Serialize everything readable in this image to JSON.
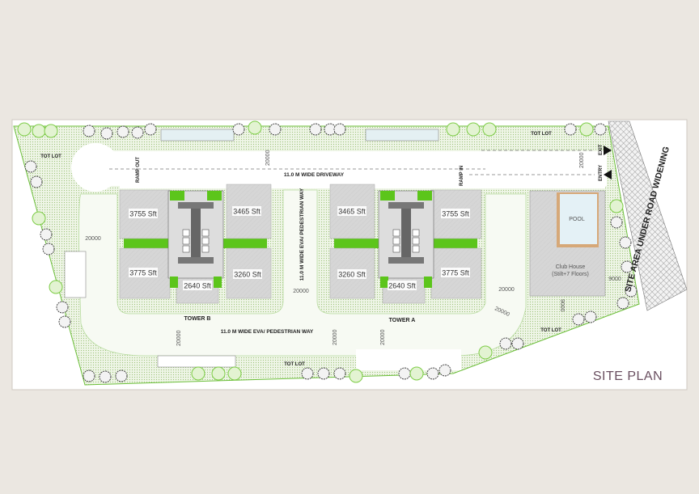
{
  "title": "SITE PLAN",
  "towers": [
    {
      "name": "TOWER B",
      "units": [
        "3755 Sft",
        "3465 Sft",
        "3775 Sft",
        "2640 Sft",
        "3260 Sft"
      ]
    },
    {
      "name": "TOWER A",
      "units": [
        "3465 Sft",
        "3755 Sft",
        "3260 Sft",
        "2640 Sft",
        "3775 Sft"
      ]
    }
  ],
  "labels": {
    "driveway": "11.0 M WIDE DRIVEWAY",
    "eva_horizontal": "11.0 M WIDE EVA/ PEDESTRIAN WAY",
    "eva_vertical": "11.0 M WIDE EVA/ PEDESTRIAN WAY",
    "tot_lot": "TOT LOT",
    "ramp_out": "RAMP OUT",
    "ramp_in": "RAMP IN",
    "exit": "EXIT",
    "entry": "ENTRY",
    "pool": "POOL",
    "club_house": "Club House",
    "club_house_floors": "(Stilt+7 Floors)",
    "road_widening": "SITE AREA UNDER ROAD WIDENING"
  },
  "dimensions": {
    "d20000": "20000",
    "d9000": "9000"
  },
  "colors": {
    "lawn": "#dfeed0",
    "green": "#5cc51b",
    "building": "#d4d4d4",
    "road_hatch": "#888888",
    "title": "#6a4f60"
  }
}
